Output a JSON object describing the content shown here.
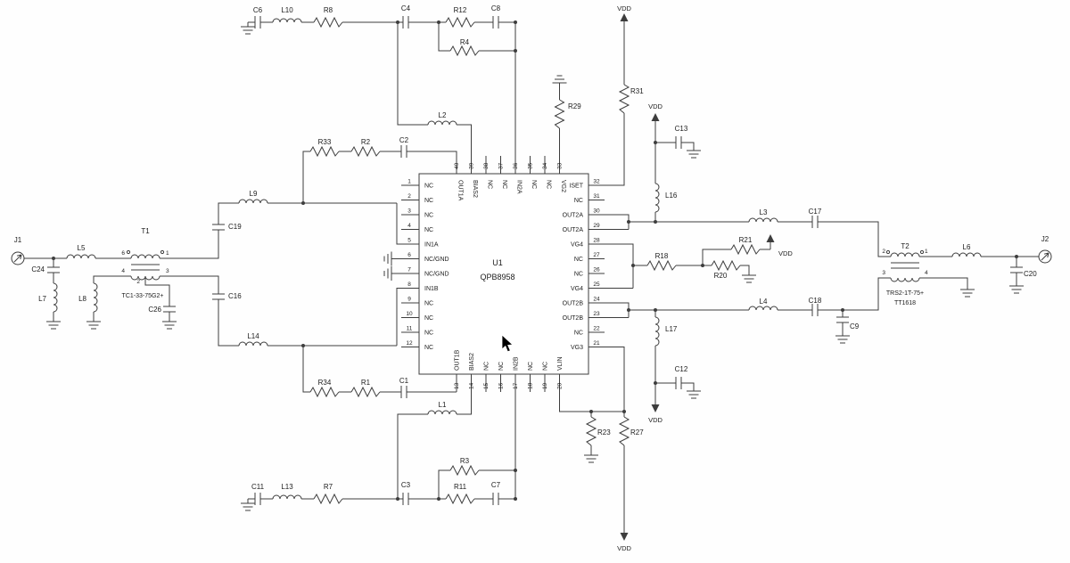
{
  "schematic": {
    "ic": {
      "refdes": "U1",
      "part": "QPB8958",
      "pins_left": [
        {
          "n": "1",
          "l": "NC"
        },
        {
          "n": "2",
          "l": "NC"
        },
        {
          "n": "3",
          "l": "NC"
        },
        {
          "n": "4",
          "l": "NC"
        },
        {
          "n": "5",
          "l": "IN1A"
        },
        {
          "n": "6",
          "l": "NC/GND"
        },
        {
          "n": "7",
          "l": "NC/GND"
        },
        {
          "n": "8",
          "l": "IN1B"
        },
        {
          "n": "9",
          "l": "NC"
        },
        {
          "n": "10",
          "l": "NC"
        },
        {
          "n": "11",
          "l": "NC"
        },
        {
          "n": "12",
          "l": "NC"
        }
      ],
      "pins_top": [
        {
          "n": "40",
          "l": "OUT1A"
        },
        {
          "n": "39",
          "l": "BIAS2"
        },
        {
          "n": "38",
          "l": "NC"
        },
        {
          "n": "37",
          "l": "NC"
        },
        {
          "n": "36",
          "l": "IN2A"
        },
        {
          "n": "35",
          "l": "NC"
        },
        {
          "n": "34",
          "l": "NC"
        },
        {
          "n": "33",
          "l": "VG2"
        }
      ],
      "pins_right": [
        {
          "n": "32",
          "l": "ISET"
        },
        {
          "n": "31",
          "l": "NC"
        },
        {
          "n": "30",
          "l": "OUT2A"
        },
        {
          "n": "29",
          "l": "OUT2A"
        },
        {
          "n": "28",
          "l": "VG4"
        },
        {
          "n": "27",
          "l": "NC"
        },
        {
          "n": "26",
          "l": "NC"
        },
        {
          "n": "25",
          "l": "VG4"
        },
        {
          "n": "24",
          "l": "OUT2B"
        },
        {
          "n": "23",
          "l": "OUT2B"
        },
        {
          "n": "22",
          "l": "NC"
        },
        {
          "n": "21",
          "l": "VG3"
        }
      ],
      "pins_bottom": [
        {
          "n": "13",
          "l": "OUT1B"
        },
        {
          "n": "14",
          "l": "BIAS2"
        },
        {
          "n": "15",
          "l": "NC"
        },
        {
          "n": "16",
          "l": "NC"
        },
        {
          "n": "17",
          "l": "IN2B"
        },
        {
          "n": "18",
          "l": "NC"
        },
        {
          "n": "19",
          "l": "NC"
        },
        {
          "n": "20",
          "l": "VLIN"
        }
      ]
    },
    "transformers": {
      "t1": {
        "refdes": "T1",
        "part": "TC1-33-75G2+",
        "pins": {
          "p6": "6",
          "p1": "1",
          "p4": "4",
          "p3": "3",
          "p2": "2"
        }
      },
      "t2": {
        "refdes": "T2",
        "part_line1": "TRS2-1T-75+",
        "part_line2": "TT1618",
        "pins": {
          "p2": "2",
          "p1": "1",
          "p3": "3",
          "p4": "4"
        }
      }
    },
    "connectors": {
      "j1": "J1",
      "j2": "J2"
    },
    "power": {
      "vdd": "VDD"
    },
    "labels": {
      "C6": "C6",
      "L10": "L10",
      "R8": "R8",
      "C4": "C4",
      "R12": "R12",
      "C8": "C8",
      "R4": "R4",
      "L2": "L2",
      "R33": "R33",
      "R2": "R2",
      "C2": "C2",
      "L9": "L9",
      "C19": "C19",
      "L5": "L5",
      "C24": "C24",
      "L7": "L7",
      "L8": "L8",
      "C26": "C26",
      "C16": "C16",
      "L14": "L14",
      "R34": "R34",
      "R1": "R1",
      "C1": "C1",
      "L1": "L1",
      "R3": "R3",
      "C11": "C11",
      "L13": "L13",
      "R7": "R7",
      "C3": "C3",
      "R11": "R11",
      "C7": "C7",
      "R29": "R29",
      "R31": "R31",
      "C13": "C13",
      "L16": "L16",
      "L17": "L17",
      "C12": "C12",
      "L3": "L3",
      "C17": "C17",
      "L4": "L4",
      "C18": "C18",
      "C9": "C9",
      "R18": "R18",
      "R20": "R20",
      "R21": "R21",
      "L6": "L6",
      "C20": "C20",
      "R23": "R23",
      "R27": "R27"
    }
  }
}
